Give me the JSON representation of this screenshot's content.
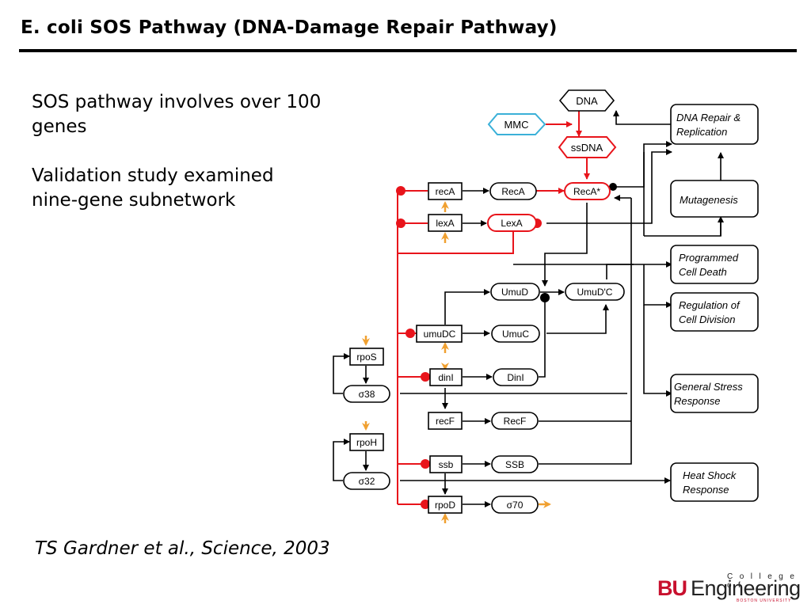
{
  "slide": {
    "title": "E. coli SOS Pathway (DNA-Damage Repair Pathway)",
    "bullet1": "SOS pathway involves over 100 genes",
    "bullet2": "Validation study examined nine-gene subnetwork",
    "citation": "TS Gardner et al., Science, 2003"
  },
  "diagram": {
    "signals": {
      "dna": "DNA",
      "mmc": "MMC",
      "ssdna": "ssDNA"
    },
    "genes": {
      "recA": "recA",
      "lexA": "lexA",
      "umuDC": "umuDC",
      "dinI": "dinI",
      "recF": "recF",
      "ssb": "ssb",
      "rpoD": "rpoD",
      "rpoS": "rpoS",
      "rpoH": "rpoH"
    },
    "proteins": {
      "RecA": "RecA",
      "RecAstar": "RecA*",
      "LexA": "LexA",
      "UmuD": "UmuD",
      "UmuDprimeC": "UmuD'C",
      "UmuC": "UmuC",
      "DinI": "DinI",
      "RecF": "RecF",
      "SSB": "SSB",
      "sigma70": "σ70",
      "sigma38": "σ38",
      "sigma32": "σ32"
    },
    "responses": {
      "repair1": "DNA Repair &",
      "repair2": "Replication",
      "mutagenesis": "Mutagenesis",
      "death1": "Programmed",
      "death2": "Cell Death",
      "division1": "Regulation of",
      "division2": "Cell Division",
      "stress1": "General Stress",
      "stress2": "Response",
      "heat1": "Heat Shock",
      "heat2": "Response"
    },
    "colors": {
      "repression": "#e8141b",
      "signal_mmc": "#3ab0d8",
      "external_input": "#f0a030"
    }
  },
  "logo": {
    "bu": "BU",
    "engineering": "Engineering",
    "college_of": "College of",
    "boston_university": "BOSTON UNIVERSITY"
  }
}
